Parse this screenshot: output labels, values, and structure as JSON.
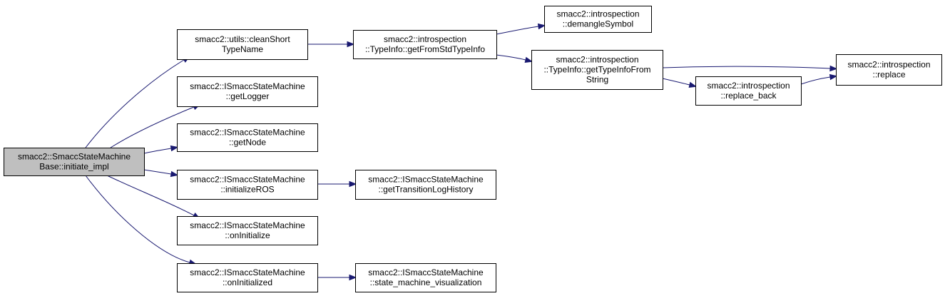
{
  "graph": {
    "colors": {
      "root_fill": "#bfbfbf",
      "node_fill": "#ffffff",
      "edge": "#191970",
      "border": "#000000"
    },
    "nodes": [
      {
        "id": "initiate_impl",
        "lines": [
          "smacc2::SmaccStateMachine",
          "Base::initiate_impl"
        ],
        "highlighted": true
      },
      {
        "id": "cleanShortTypeName",
        "lines": [
          "smacc2::utils::cleanShort",
          "TypeName"
        ],
        "highlighted": false
      },
      {
        "id": "getLogger",
        "lines": [
          "smacc2::ISmaccStateMachine",
          "::getLogger"
        ],
        "highlighted": false
      },
      {
        "id": "getNode",
        "lines": [
          "smacc2::ISmaccStateMachine",
          "::getNode"
        ],
        "highlighted": false
      },
      {
        "id": "initializeROS",
        "lines": [
          "smacc2::ISmaccStateMachine",
          "::initializeROS"
        ],
        "highlighted": false
      },
      {
        "id": "onInitialize",
        "lines": [
          "smacc2::ISmaccStateMachine",
          "::onInitialize"
        ],
        "highlighted": false
      },
      {
        "id": "onInitialized",
        "lines": [
          "smacc2::ISmaccStateMachine",
          "::onInitialized"
        ],
        "highlighted": false
      },
      {
        "id": "getFromStdTypeInfo",
        "lines": [
          "smacc2::introspection",
          "::TypeInfo::getFromStdTypeInfo"
        ],
        "highlighted": false
      },
      {
        "id": "getTransitionLogHistory",
        "lines": [
          "smacc2::ISmaccStateMachine",
          "::getTransitionLogHistory"
        ],
        "highlighted": false
      },
      {
        "id": "state_machine_visualization",
        "lines": [
          "smacc2::ISmaccStateMachine",
          "::state_machine_visualization"
        ],
        "highlighted": false
      },
      {
        "id": "demangleSymbol",
        "lines": [
          "smacc2::introspection",
          "::demangleSymbol"
        ],
        "highlighted": false
      },
      {
        "id": "getTypeInfoFromString",
        "lines": [
          "smacc2::introspection",
          "::TypeInfo::getTypeInfoFrom",
          "String"
        ],
        "highlighted": false
      },
      {
        "id": "replace_back",
        "lines": [
          "smacc2::introspection",
          "::replace_back"
        ],
        "highlighted": false
      },
      {
        "id": "replace",
        "lines": [
          "smacc2::introspection",
          "::replace"
        ],
        "highlighted": false
      }
    ],
    "edges": [
      {
        "from": "initiate_impl",
        "to": "cleanShortTypeName"
      },
      {
        "from": "initiate_impl",
        "to": "getLogger"
      },
      {
        "from": "initiate_impl",
        "to": "getNode"
      },
      {
        "from": "initiate_impl",
        "to": "initializeROS"
      },
      {
        "from": "initiate_impl",
        "to": "onInitialize"
      },
      {
        "from": "initiate_impl",
        "to": "onInitialized"
      },
      {
        "from": "cleanShortTypeName",
        "to": "getFromStdTypeInfo"
      },
      {
        "from": "getFromStdTypeInfo",
        "to": "demangleSymbol"
      },
      {
        "from": "getFromStdTypeInfo",
        "to": "getTypeInfoFromString"
      },
      {
        "from": "getTypeInfoFromString",
        "to": "replace"
      },
      {
        "from": "getTypeInfoFromString",
        "to": "replace_back"
      },
      {
        "from": "replace_back",
        "to": "replace"
      },
      {
        "from": "initializeROS",
        "to": "getTransitionLogHistory"
      },
      {
        "from": "onInitialized",
        "to": "state_machine_visualization"
      }
    ]
  }
}
